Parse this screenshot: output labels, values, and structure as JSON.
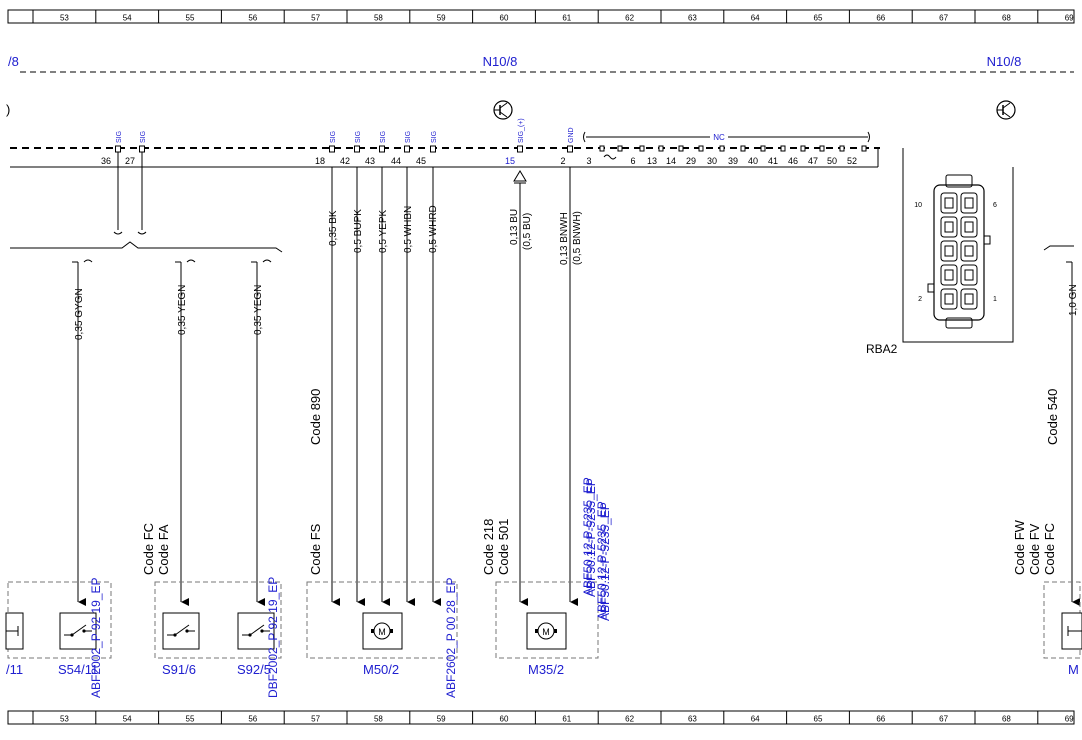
{
  "ruler": {
    "top": [
      "53",
      "54",
      "55",
      "56",
      "57",
      "58",
      "59",
      "60",
      "61",
      "62",
      "63",
      "64",
      "65",
      "66",
      "67",
      "68",
      "69"
    ],
    "bottom": [
      "53",
      "54",
      "55",
      "56",
      "57",
      "58",
      "59",
      "60",
      "61",
      "62",
      "63",
      "64",
      "65",
      "66",
      "67",
      "68",
      "69"
    ]
  },
  "module_labels": {
    "left_partial": "/8",
    "main": "N10/8",
    "right": "N10/8"
  },
  "paren_mark": ")",
  "pin_signals": [
    "SIG",
    "SIG",
    "SIG",
    "SIG",
    "SIG",
    "SIG",
    "SIG",
    "SIG_(+)",
    "GND"
  ],
  "nc_label": "NC",
  "pin_numbers": [
    "36",
    "27",
    "18",
    "42",
    "43",
    "44",
    "45",
    "15",
    "2",
    "3",
    "6",
    "13",
    "14",
    "29",
    "30",
    "39",
    "40",
    "41",
    "46",
    "47",
    "50",
    "52"
  ],
  "wires": {
    "w_035bk": "0,35 BK",
    "w_05bupk": "0,5 BUPK",
    "w_05yepk": "0,5 YEPK",
    "w_05whbn": "0,5 WHBN",
    "w_05whrd": "0,5 WHRD",
    "w_013bu": "0,13 BU",
    "w_05bu": "(0,5 BU)",
    "w_013bnwh": "0,13 BNWH",
    "w_05bnwh": "(0,5 BNWH)",
    "w_035gygn": "0,35 GYGN",
    "w_035yegn_a": "0,35 YEGN",
    "w_035yegn_b": "0,35 YEGN",
    "w_10gn": "1,0 GN"
  },
  "connector": {
    "name": "RBA2",
    "pin_10": "10",
    "pin_6": "6",
    "pin_2": "2",
    "pin_1": "1"
  },
  "codes": {
    "code_890": "Code 890",
    "code_540": "Code 540",
    "code_fc": "Code FC",
    "code_fa": "Code FA",
    "code_fs": "Code FS",
    "code_218": "Code 218",
    "code_501": "Code 501",
    "code_fw": "Code FW",
    "code_fv": "Code FV",
    "code_fc2": "Code FC"
  },
  "refs": {
    "ref_a": "ABF2002_P 92 19_EP",
    "ref_b": "DBF2002_P 92 19_EP",
    "ref_c": "ABF2602_P 00 28_EP",
    "ref_d": "ABF50.12-P-5235_EP",
    "ref_e": "ABF50.12-P-5235_EP",
    "ref_f": "ABF50.12-P-5235_EP",
    "ref_g": "ABF50.12-P-5235_EP"
  },
  "components": {
    "s54": "S54/11",
    "s_left": "/11",
    "s91": "S91/6",
    "s92": "S92/5",
    "m50": "M50/2",
    "m35": "M35/2",
    "m_right": "M"
  },
  "colors": {
    "blue": "#2020d0",
    "black": "#000000",
    "gray": "#777777"
  }
}
